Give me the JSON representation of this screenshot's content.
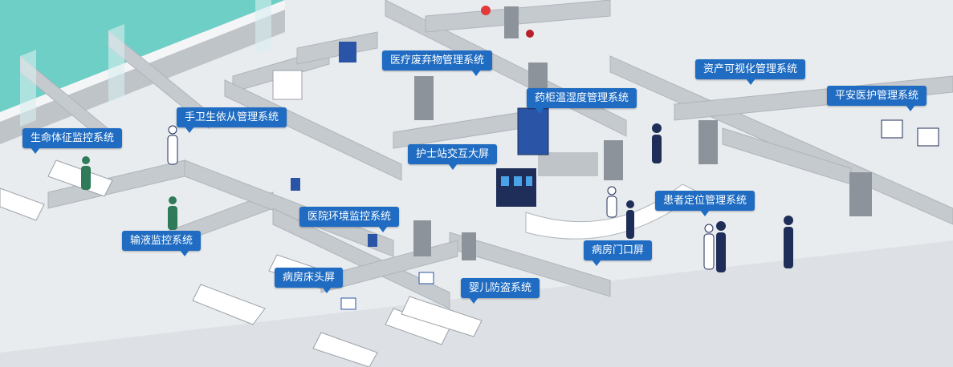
{
  "callouts": {
    "vital_signs": "生命体征监控系统",
    "hand_hygiene": "手卫生依从管理系统",
    "medical_waste": "医疗废弃物管理系统",
    "drug_cabinet": "药柜温湿度管理系统",
    "asset_visual": "资产可视化管理系统",
    "safety": "平安医护管理系统",
    "nurse_screen": "护士站交互大屏",
    "patient_locate": "患者定位管理系统",
    "environment": "医院环境监控系统",
    "infusion": "输液监控系统",
    "door_screen": "病房门口屏",
    "bedside_screen": "病房床头屏",
    "infant_security": "婴儿防盗系统"
  },
  "colors": {
    "background": "#6ecfc6",
    "floor": "#e9ecef",
    "wall": "#bfc4c9",
    "wall_top": "#f4f5f6",
    "callout": "#1f6cc2",
    "accent_dark": "#1f2e58"
  }
}
